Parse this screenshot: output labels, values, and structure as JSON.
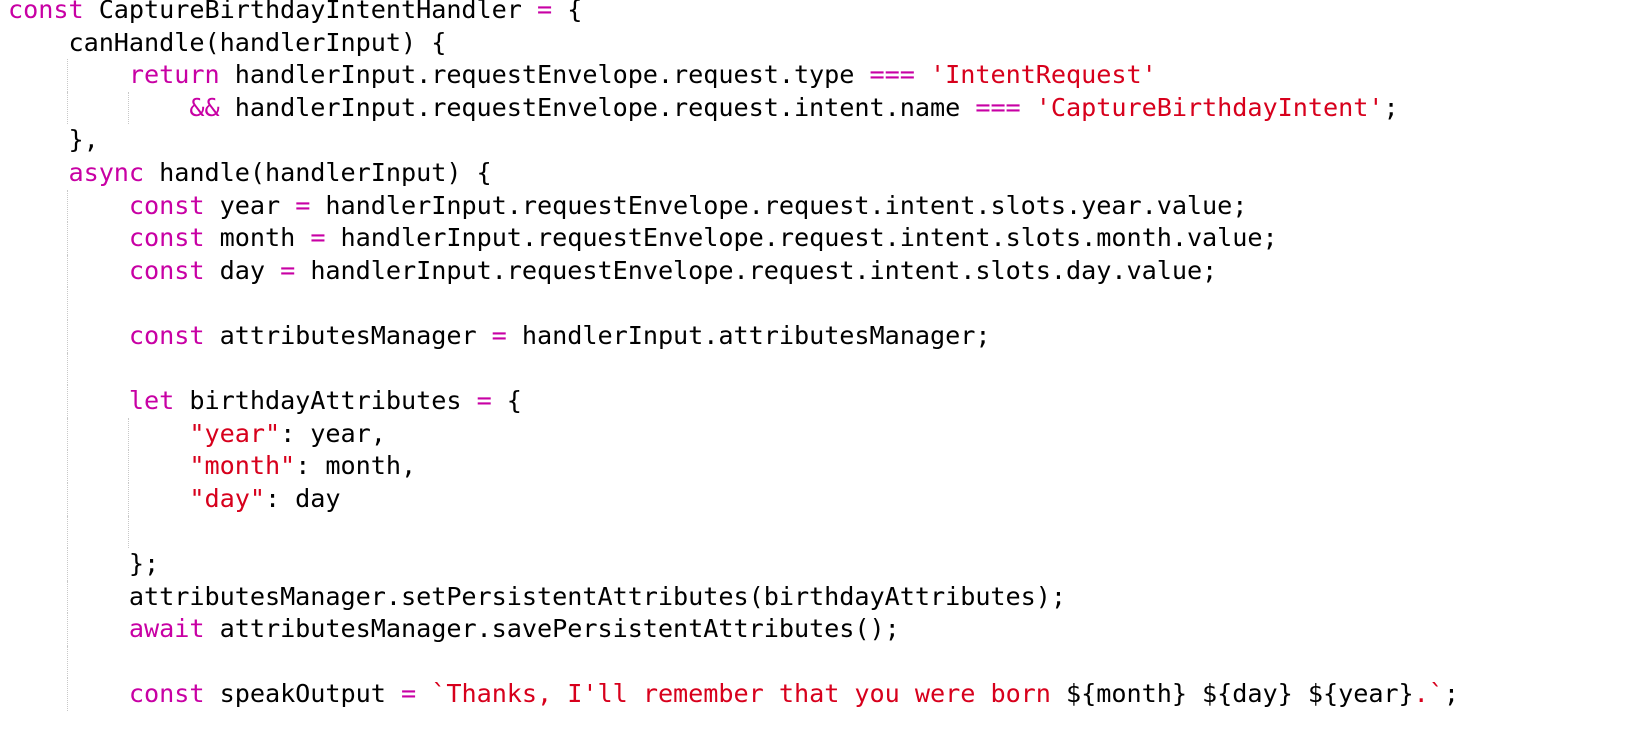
{
  "editor": {
    "language": "javascript",
    "colors": {
      "keyword": "#c800a4",
      "operator": "#c800a4",
      "string": "#d7001c",
      "identifier": "#000000",
      "indent_guide": "#c8c8c8",
      "background": "#ffffff"
    },
    "lines": [
      {
        "indent": 0,
        "tokens": [
          [
            "kw",
            "const"
          ],
          [
            "id",
            " CaptureBirthdayIntentHandler "
          ],
          [
            "op",
            "="
          ],
          [
            "id",
            " {"
          ]
        ]
      },
      {
        "indent": 1,
        "tokens": [
          [
            "id",
            "canHandle(handlerInput) {"
          ]
        ]
      },
      {
        "indent": 2,
        "tokens": [
          [
            "kw",
            "return"
          ],
          [
            "id",
            " handlerInput.requestEnvelope.request.type "
          ],
          [
            "op",
            "==="
          ],
          [
            "id",
            " "
          ],
          [
            "str",
            "'IntentRequest'"
          ]
        ]
      },
      {
        "indent": 3,
        "tokens": [
          [
            "op",
            "&&"
          ],
          [
            "id",
            " handlerInput.requestEnvelope.request.intent.name "
          ],
          [
            "op",
            "==="
          ],
          [
            "id",
            " "
          ],
          [
            "str",
            "'CaptureBirthdayIntent'"
          ],
          [
            "id",
            ";"
          ]
        ]
      },
      {
        "indent": 1,
        "tokens": [
          [
            "id",
            "},"
          ]
        ]
      },
      {
        "indent": 1,
        "tokens": [
          [
            "kw",
            "async"
          ],
          [
            "id",
            " handle(handlerInput) {"
          ]
        ]
      },
      {
        "indent": 2,
        "tokens": [
          [
            "kw",
            "const"
          ],
          [
            "id",
            " year "
          ],
          [
            "op",
            "="
          ],
          [
            "id",
            " handlerInput.requestEnvelope.request.intent.slots.year.value;"
          ]
        ]
      },
      {
        "indent": 2,
        "tokens": [
          [
            "kw",
            "const"
          ],
          [
            "id",
            " month "
          ],
          [
            "op",
            "="
          ],
          [
            "id",
            " handlerInput.requestEnvelope.request.intent.slots.month.value;"
          ]
        ]
      },
      {
        "indent": 2,
        "tokens": [
          [
            "kw",
            "const"
          ],
          [
            "id",
            " day "
          ],
          [
            "op",
            "="
          ],
          [
            "id",
            " handlerInput.requestEnvelope.request.intent.slots.day.value;"
          ]
        ]
      },
      {
        "indent": 2,
        "tokens": []
      },
      {
        "indent": 2,
        "tokens": [
          [
            "kw",
            "const"
          ],
          [
            "id",
            " attributesManager "
          ],
          [
            "op",
            "="
          ],
          [
            "id",
            " handlerInput.attributesManager;"
          ]
        ]
      },
      {
        "indent": 2,
        "tokens": []
      },
      {
        "indent": 2,
        "tokens": [
          [
            "kw",
            "let"
          ],
          [
            "id",
            " birthdayAttributes "
          ],
          [
            "op",
            "="
          ],
          [
            "id",
            " {"
          ]
        ]
      },
      {
        "indent": 3,
        "tokens": [
          [
            "str",
            "\"year\""
          ],
          [
            "id",
            ": year,"
          ]
        ]
      },
      {
        "indent": 3,
        "tokens": [
          [
            "str",
            "\"month\""
          ],
          [
            "id",
            ": month,"
          ]
        ]
      },
      {
        "indent": 3,
        "tokens": [
          [
            "str",
            "\"day\""
          ],
          [
            "id",
            ": day"
          ]
        ]
      },
      {
        "indent": 3,
        "tokens": []
      },
      {
        "indent": 2,
        "tokens": [
          [
            "id",
            "};"
          ]
        ]
      },
      {
        "indent": 2,
        "tokens": [
          [
            "id",
            "attributesManager.setPersistentAttributes(birthdayAttributes);"
          ]
        ]
      },
      {
        "indent": 2,
        "tokens": [
          [
            "kw",
            "await"
          ],
          [
            "id",
            " attributesManager.savePersistentAttributes();"
          ]
        ]
      },
      {
        "indent": 2,
        "tokens": []
      },
      {
        "indent": 2,
        "tokens": [
          [
            "kw",
            "const"
          ],
          [
            "id",
            " speakOutput "
          ],
          [
            "op",
            "="
          ],
          [
            "id",
            " "
          ],
          [
            "str",
            "`Thanks, I'll remember that you were born "
          ],
          [
            "id",
            "${month} ${day} ${year}"
          ],
          [
            "str",
            ".`"
          ],
          [
            "id",
            ";"
          ]
        ]
      }
    ],
    "guides": [
      {
        "level": 1,
        "from": 2,
        "to": 3
      },
      {
        "level": 2,
        "from": 3,
        "to": 3
      },
      {
        "level": 1,
        "from": 6,
        "to": 21
      },
      {
        "level": 2,
        "from": 13,
        "to": 16
      }
    ]
  }
}
